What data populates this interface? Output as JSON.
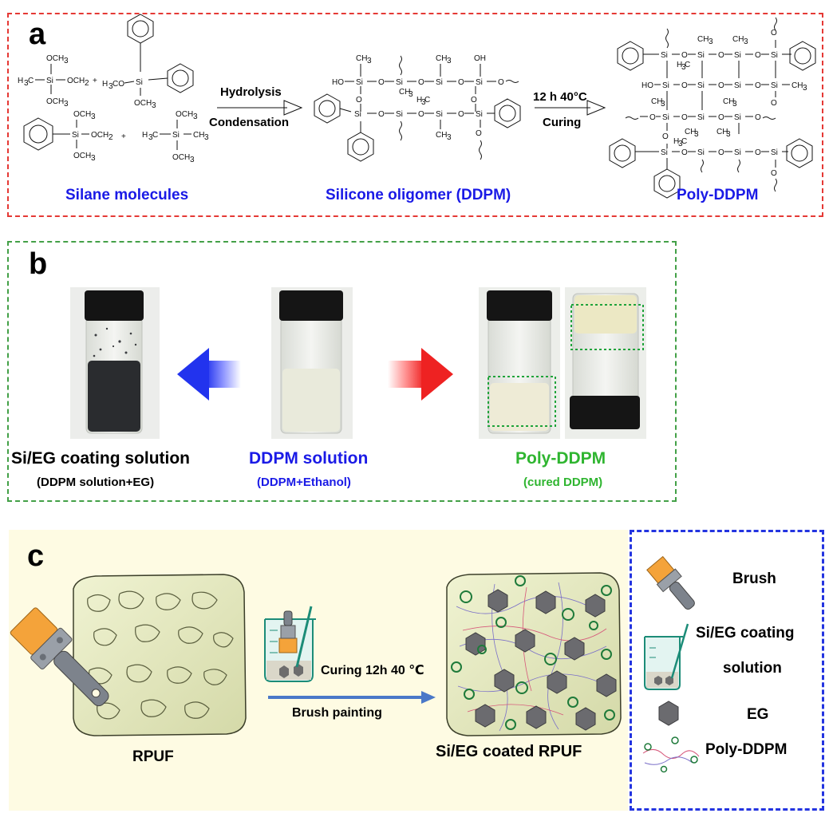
{
  "panel_a": {
    "label": "a",
    "step1_line1": "Hydrolysis",
    "step1_line2": "Condensation",
    "step2_line1": "12 h  40°C",
    "step2_line2": "Curing",
    "caption_left": "Silane molecules",
    "caption_mid": "Silicone oligomer (DDPM)",
    "caption_right": "Poly-DDPM"
  },
  "panel_b": {
    "label": "b",
    "left_title": "Si/EG coating solution",
    "left_sub": "(DDPM solution+EG)",
    "mid_title": "DDPM solution",
    "mid_sub": "(DDPM+Ethanol)",
    "right_title": "Poly-DDPM",
    "right_sub": "(cured DDPM)"
  },
  "panel_c": {
    "label": "c",
    "process_top": "Curing 12h 40 ℃",
    "process_bottom": "Brush painting",
    "left_caption": "RPUF",
    "right_caption": "Si/EG coated RPUF",
    "legend": {
      "brush": "Brush",
      "solution_line1": "Si/EG coating",
      "solution_line2": "solution",
      "eg": "EG",
      "poly": "Poly-DDPM"
    }
  },
  "colors": {
    "frame_a": "#e53935",
    "frame_b": "#43a047",
    "frame_c_legend": "#2334e0",
    "caption_blue": "#1a1ae6",
    "caption_green": "#2fb530",
    "arrow_pink": "#f2a0c0",
    "arrow_blue": "#2233ee",
    "arrow_red": "#ee2222",
    "foam": "#e8ecc4",
    "process_arrow": "#4a78c8"
  }
}
